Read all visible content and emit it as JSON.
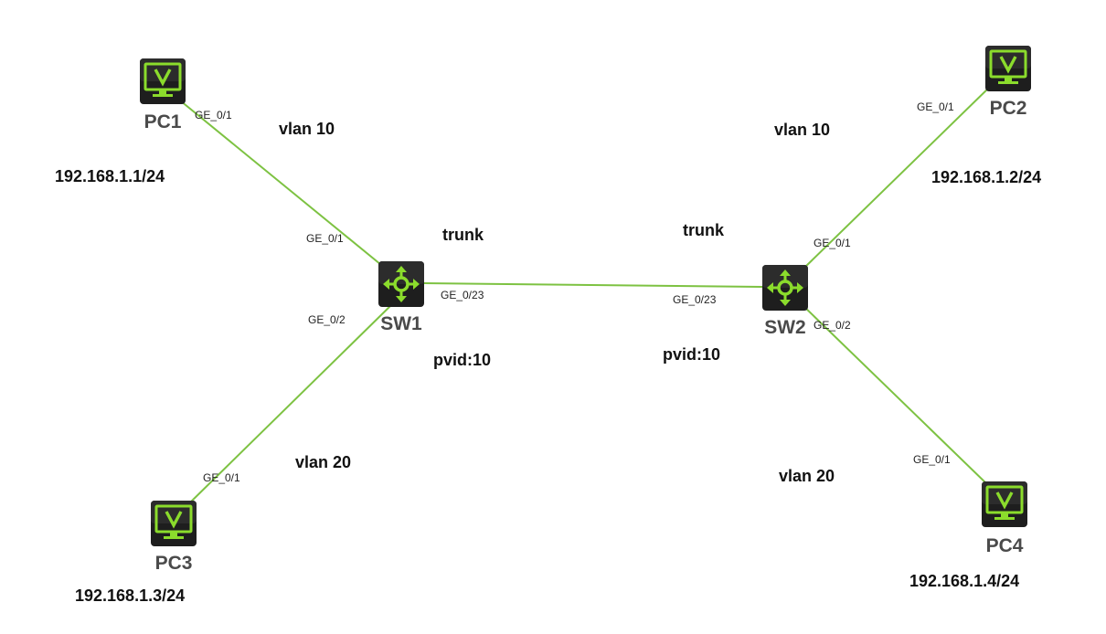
{
  "colors": {
    "link": "#7dc242",
    "device_bg": "#1e1e1e",
    "device_accent": "#8bdc2c"
  },
  "devices": {
    "pc1": {
      "name": "PC1",
      "icon": "pc-monitor-icon",
      "ip": "192.168.1.1/24"
    },
    "pc2": {
      "name": "PC2",
      "icon": "pc-monitor-icon",
      "ip": "192.168.1.2/24"
    },
    "pc3": {
      "name": "PC3",
      "icon": "pc-monitor-icon",
      "ip": "192.168.1.3/24"
    },
    "pc4": {
      "name": "PC4",
      "icon": "pc-monitor-icon",
      "ip": "192.168.1.4/24"
    },
    "sw1": {
      "name": "SW1",
      "icon": "switch-icon"
    },
    "sw2": {
      "name": "SW2",
      "icon": "switch-icon"
    }
  },
  "ports": {
    "pc1_sw1_a": "GE_0/1",
    "pc1_sw1_b": "GE_0/1",
    "pc3_sw1_a": "GE_0/1",
    "pc3_sw1_b": "GE_0/2",
    "sw1_sw2_a": "GE_0/23",
    "sw1_sw2_b": "GE_0/23",
    "pc2_sw2_a": "GE_0/1",
    "pc2_sw2_b": "GE_0/1",
    "pc4_sw2_a": "GE_0/2",
    "pc4_sw2_b": "GE_0/1"
  },
  "notes": {
    "sw1_vlan10": "vlan 10",
    "sw1_trunk": "trunk",
    "sw1_pvid": "pvid:10",
    "sw1_vlan20": "vlan 20",
    "sw2_vlan10": "vlan 10",
    "sw2_trunk": "trunk",
    "sw2_pvid": "pvid:10",
    "sw2_vlan20": "vlan 20"
  }
}
